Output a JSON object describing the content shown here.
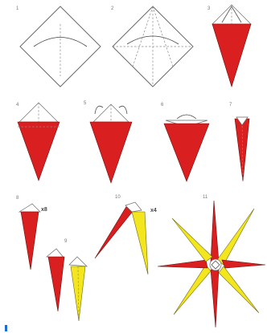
{
  "colors": {
    "red": "#d91f1f",
    "yellow": "#f4e61e",
    "blue": "#1a6fd6"
  },
  "steps": [
    {
      "label": "1"
    },
    {
      "label": "2"
    },
    {
      "label": "3"
    },
    {
      "label": "4"
    },
    {
      "label": "5"
    },
    {
      "label": "6"
    },
    {
      "label": "7"
    },
    {
      "label": "8"
    },
    {
      "label": "9"
    },
    {
      "label": "10"
    },
    {
      "label": "11"
    }
  ],
  "annotations": {
    "x8": "x8",
    "x4": "x4"
  }
}
